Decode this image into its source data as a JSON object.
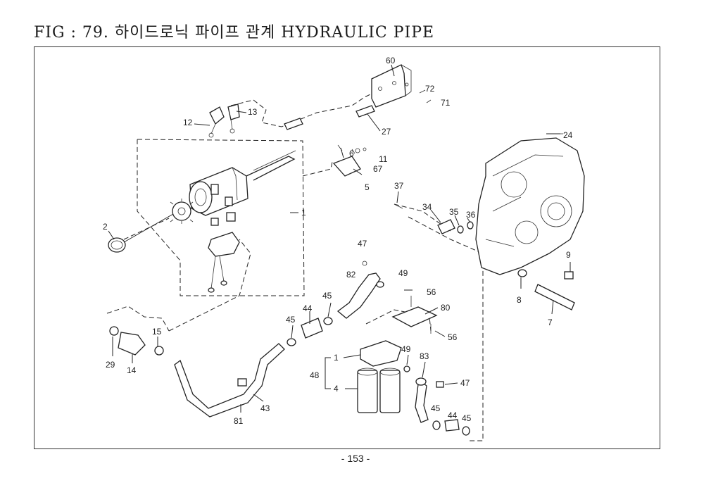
{
  "title": "FIG : 79. 하이드로닉 파이프 관계 HYDRAULIC PIPE",
  "page_number": "- 153 -",
  "callouts": {
    "c60": "60",
    "c72": "72",
    "c71": "71",
    "c13": "13",
    "c12": "12",
    "c27": "27",
    "c6": "6",
    "c11": "11",
    "c67": "67",
    "c5": "5",
    "c24": "24",
    "c37": "37",
    "c34": "34",
    "c35": "35",
    "c36": "36",
    "c1a": "1",
    "c2": "2",
    "c47a": "47",
    "c82": "82",
    "c49a": "49",
    "c56a": "56",
    "c80": "80",
    "c56b": "56",
    "c9": "9",
    "c8": "8",
    "c7": "7",
    "c15": "15",
    "c29": "29",
    "c14": "14",
    "c45a": "45",
    "c44a": "44",
    "c45b": "45",
    "c1b": "1",
    "c48": "48",
    "c4": "4",
    "c49b": "49",
    "c83": "83",
    "c47b": "47",
    "c43": "43",
    "c81": "81",
    "c45c": "45",
    "c44b": "44",
    "c45d": "45"
  }
}
